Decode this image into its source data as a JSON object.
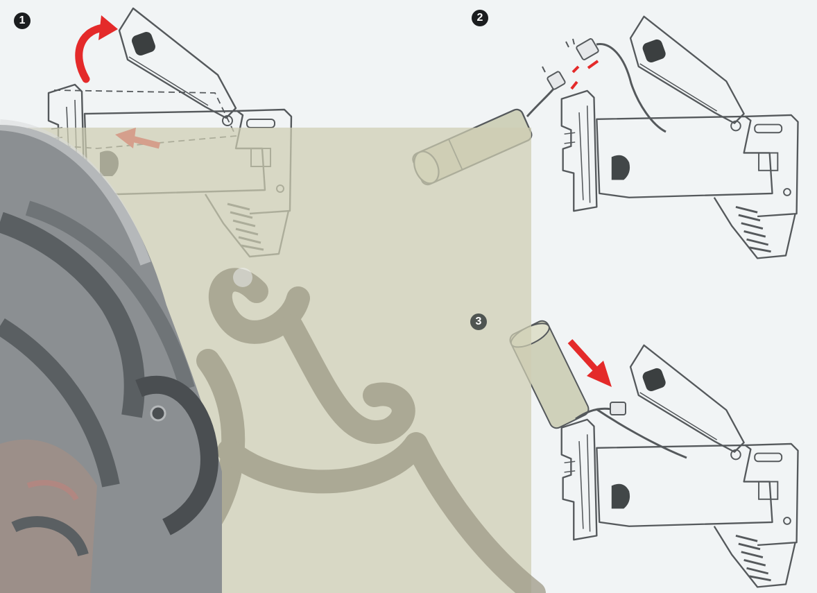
{
  "steps": [
    {
      "number": "1"
    },
    {
      "number": "2"
    },
    {
      "number": "3"
    }
  ],
  "colors": {
    "background": "#f1f4f5",
    "overlay_panel": "#cfcdb3",
    "arrow_red": "#e42a2a",
    "line_art": "#55595c",
    "badge_dark": "#1b1d1f",
    "badge_muted": "#4f5552",
    "helmet_gray": "#8b8f92"
  },
  "icons": [
    "curved-arrow-icon",
    "straight-arrow-icon",
    "battery-icon",
    "connector-icon",
    "stock-icon",
    "helmet-image",
    "watermark-logo"
  ]
}
